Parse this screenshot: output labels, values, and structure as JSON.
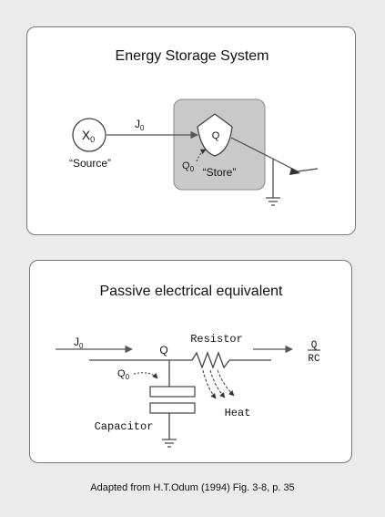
{
  "top": {
    "title": "Energy Storage System",
    "source_symbol": "X",
    "source_subscript": "0",
    "source_label": "“Source”",
    "flow_symbol": "J",
    "flow_subscript": "0",
    "tank_label": "Q",
    "initial_symbol": "Q",
    "initial_subscript": "0",
    "store_label": "“Store”"
  },
  "bottom": {
    "title": "Passive electrical equivalent",
    "input_symbol": "J",
    "input_subscript": "0",
    "node_label": "Q",
    "resistor_label": "Resistor",
    "output_numerator": "Q",
    "output_denominator": "RC",
    "initial_symbol": "Q",
    "initial_subscript": "0",
    "capacitor_label": "Capacitor",
    "heat_label": "Heat"
  },
  "caption": "Adapted from H.T.Odum (1994) Fig. 3-8, p. 35",
  "colors": {
    "background": "#ebebeb",
    "panel": "#ffffff",
    "store_box": "#c9c9c9",
    "line": "#444444"
  }
}
